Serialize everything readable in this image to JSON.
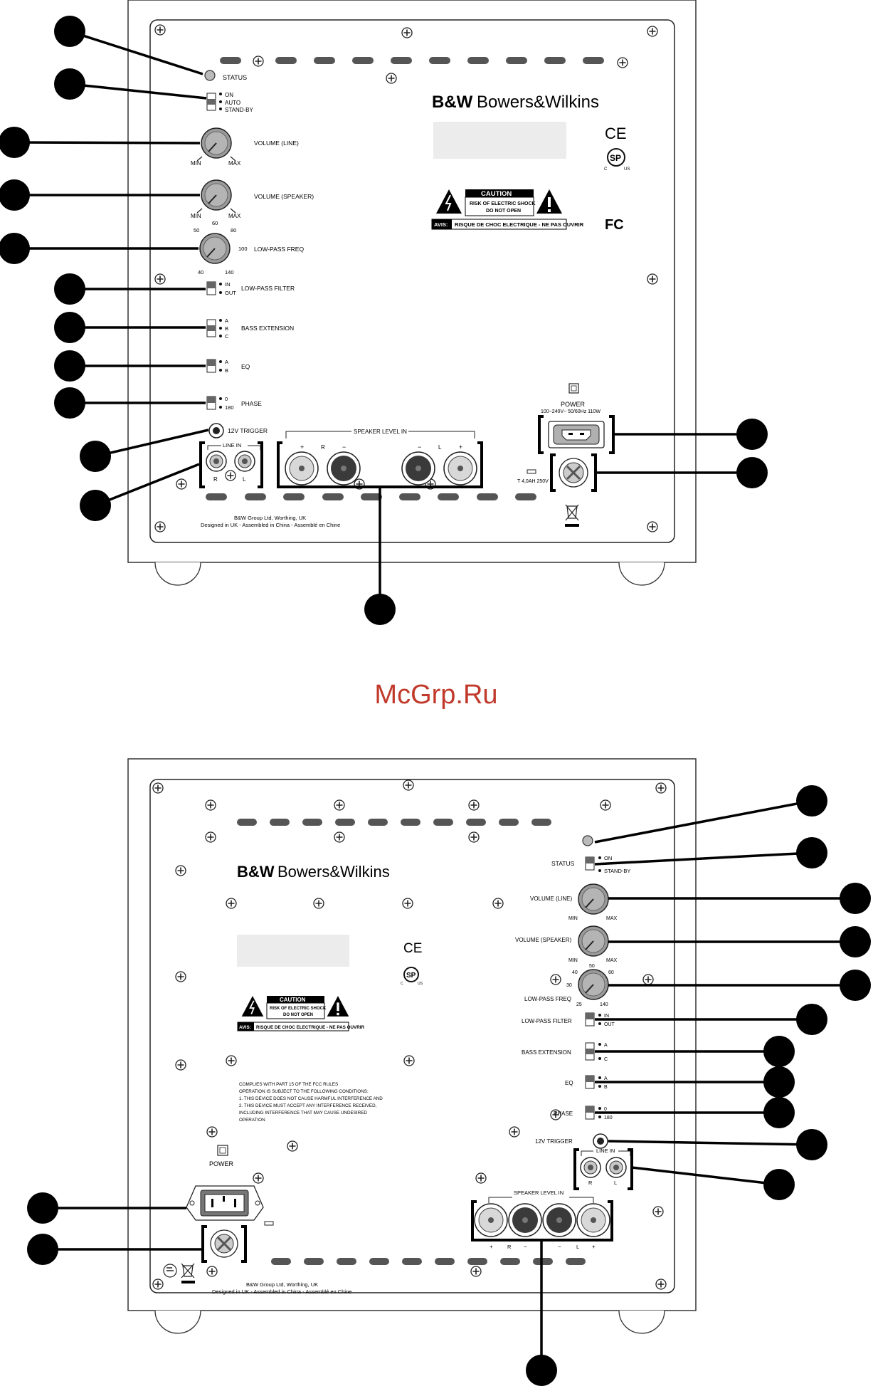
{
  "watermark": "McGrp.Ru",
  "top_panel": {
    "status": "STATUS",
    "mode_on": "ON",
    "mode_auto": "AUTO",
    "mode_standby": "STAND-BY",
    "volume_line": "VOLUME (LINE)",
    "volume_speaker": "VOLUME (SPEAKER)",
    "min": "MIN",
    "max": "MAX",
    "low_pass_freq": "LOW-PASS FREQ",
    "freq_50": "50",
    "freq_60": "60",
    "freq_80": "80",
    "freq_100": "100",
    "freq_40": "40",
    "freq_140": "140",
    "low_pass_filter": "LOW-PASS FILTER",
    "in": "IN",
    "out": "OUT",
    "bass_extension": "BASS EXTENSION",
    "a": "A",
    "b": "B",
    "c": "C",
    "eq": "EQ",
    "phase": "PHASE",
    "phase_0": "0",
    "phase_180": "180",
    "trigger": "12V TRIGGER",
    "line_in": "LINE IN",
    "r": "R",
    "l": "L",
    "speaker_level_in": "SPEAKER LEVEL IN",
    "plus": "+",
    "minus": "−",
    "brand_short": "B&W",
    "brand_long": "Bowers&Wilkins",
    "ce": "CE",
    "csa": "SP",
    "csa_c": "C",
    "csa_us": "US",
    "fc": "FC",
    "caution": "CAUTION",
    "caution_line1": "RISK OF ELECTRIC SHOCK",
    "caution_line2": "DO NOT OPEN",
    "avis": "AVIS:",
    "avis_text": "RISQUE DE CHOC ELECTRIQUE - NE PAS OUVRIR",
    "power": "POWER",
    "power_spec": "100~240V~  50/60Hz   110W",
    "fuse_spec": "T 4,0AH   250V",
    "footer1": "B&W Group Ltd,  Worthing, UK",
    "footer2": "Designed in UK - Assembled in China - Assemblé en Chine"
  },
  "bottom_panel": {
    "status": "STATUS",
    "mode_on": "ON",
    "mode_standby": "STAND-BY",
    "volume_line": "VOLUME (LINE)",
    "volume_speaker": "VOLUME (SPEAKER)",
    "min": "MIN",
    "max": "MAX",
    "low_pass_freq": "LOW-PASS FREQ",
    "freq_40": "40",
    "freq_50": "50",
    "freq_60": "60",
    "freq_30": "30",
    "freq_25": "25",
    "freq_140": "140",
    "low_pass_filter": "LOW-PASS FILTER",
    "in": "IN",
    "out": "OUT",
    "bass_extension": "BASS EXTENSION",
    "a": "A",
    "b": "B",
    "c": "C",
    "eq": "EQ",
    "phase": "PHASE",
    "phase_0": "0",
    "phase_180": "180",
    "trigger": "12V TRIGGER",
    "line_in": "LINE IN",
    "r": "R",
    "l": "L",
    "speaker_level_in": "SPEAKER LEVEL IN",
    "plus": "+",
    "minus": "−",
    "brand_short": "B&W",
    "brand_long": "Bowers&Wilkins",
    "ce": "CE",
    "csa": "SP",
    "csa_c": "C",
    "csa_us": "US",
    "caution": "CAUTION",
    "caution_line1": "RISK OF ELECTRIC SHOCK",
    "caution_line2": "DO NOT OPEN",
    "avis": "AVIS:",
    "avis_text": "RISQUE DE CHOC ELECTRIQUE - NE PAS OUVRIR",
    "fcc1": "COMPLIES WITH PART 15 OF THE FCC RULES",
    "fcc2": "OPERATION IS SUBJECT TO THE FOLLOWING CONDITIONS:",
    "fcc3": "1. THIS DEVICE DOES NOT CAUSE HARMFUL INTERFERENCE AND",
    "fcc4": "2. THIS DEVICE MUST ACCEPT ANY INTERFERENCE RECEIVED,",
    "fcc5": "INCLUDING INTERFERENCE THAT MAY CAUSE UNDESIRED",
    "fcc6": "OPERATION",
    "power": "POWER",
    "footer1": "B&W Group Ltd,  Worthing, UK",
    "footer2": "Designed in UK - Assembled in China - Assemblé en Chine"
  }
}
